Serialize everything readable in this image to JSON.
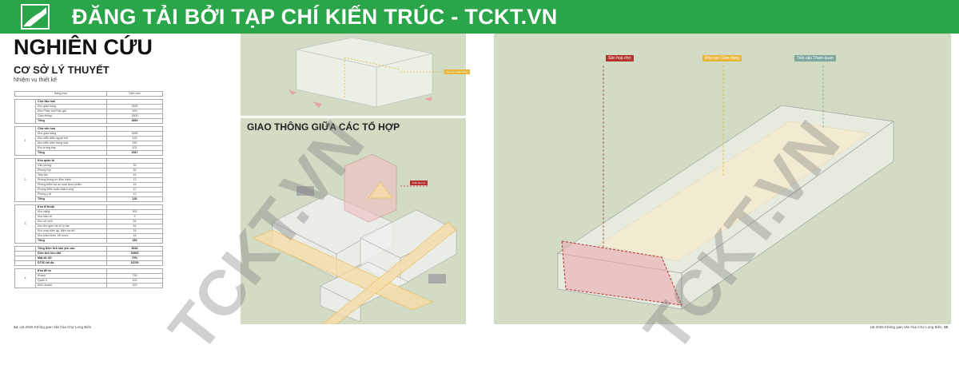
{
  "banner": {
    "title": "ĐĂNG TẢI BỞI TẠP CHÍ KIẾN TRÚC - TCKT.VN"
  },
  "page": {
    "title": "NGHIÊN CỨU",
    "subtitle": "CƠ SỞ LÝ THUYẾT",
    "caption": "Nhiệm vụ thiết kế"
  },
  "table": {
    "headers": [
      "Hạng mục",
      "Diện tích"
    ],
    "groups": [
      {
        "num": "",
        "name": "Chợ đầu mối",
        "rows": [
          [
            "Khu gian hàng",
            "2600"
          ],
          [
            "Khu Phân loại Đấu giá",
            "400"
          ],
          [
            "Giao thông",
            "1800"
          ]
        ],
        "total": [
          "Tổng",
          "4800"
        ]
      },
      {
        "num": "1",
        "name": "Chợ văn hóa",
        "rows": [
          [
            "Khu gian hàng",
            "1690"
          ],
          [
            "Khu biểu diễn ngoài trời",
            "415"
          ],
          [
            "Khu biểu diễn trong nhà",
            "230"
          ],
          [
            "Khu trưng bày",
            "432"
          ]
        ],
        "total": [
          "Tổng",
          "2567"
        ]
      },
      {
        "num": "2",
        "name": "Khu quản trị",
        "rows": [
          [
            "Văn phòng",
            "30"
          ],
          [
            "Phòng họp",
            "30"
          ],
          [
            "Tiếp tân",
            "15"
          ],
          [
            "Phòng thông tin điều hành",
            "12"
          ],
          [
            "Phòng kiểm tra an toàn thực phẩm",
            "15"
          ],
          [
            "Phòng kiểm soát chất lượng",
            "12"
          ],
          [
            "Phòng y tế",
            "12"
          ]
        ],
        "total": [
          "Tổng",
          "126"
        ]
      },
      {
        "num": "3",
        "name": "Khu kĩ thuật",
        "rows": [
          [
            "Kho hàng",
            "300"
          ],
          [
            "Khu bảo vệ",
            "9"
          ],
          [
            "Khu vệ sinh",
            "54"
          ],
          [
            "Khu thu gom và xử lý rác",
            "54"
          ],
          [
            "Khu máy biến áp, điện dự trữ",
            "18"
          ],
          [
            "Khu trạm bơm, bể nước",
            "18"
          ]
        ],
        "total": [
          "Tổng",
          "453"
        ]
      }
    ],
    "summary": [
      [
        "Tổng Diện tích sàn yêu cầu",
        "8346"
      ],
      [
        "Diện tích khu đất",
        "26800"
      ],
      [
        "Mật độ XD",
        "70%"
      ],
      [
        "DTXD tối đa",
        "18760"
      ]
    ],
    "parking": {
      "num": "4",
      "name": "Khu để xe",
      "rows": [
        [
          "Khách",
          "730"
        ],
        [
          "Quản lí",
          "100"
        ],
        [
          "Kinh doanh",
          "200"
        ]
      ]
    }
  },
  "diagram1": {
    "label": "Khu vực Gian hàng"
  },
  "diagram2": {
    "title": "GIAO THÔNG GIỮA CÁC TỔ HỢP",
    "label": "Khối phụ trợ"
  },
  "diagram3": {
    "labels": [
      "Sân họp chợ",
      "Khu vực Gian hàng",
      "Tiếp cận Tham quan"
    ]
  },
  "colors": {
    "red": "#b5322e",
    "yellow": "#e8b73a",
    "teal": "#7fa79c",
    "green": "#2aa54a"
  },
  "footer": {
    "left_num": "14",
    "left_text": "LB-2025   Không gian văn hóa Chợ Long Biên",
    "right_text": "LB-2025   Không gian văn hóa Chợ Long Biên",
    "right_num": "15"
  },
  "watermark": "TCKT.VN"
}
